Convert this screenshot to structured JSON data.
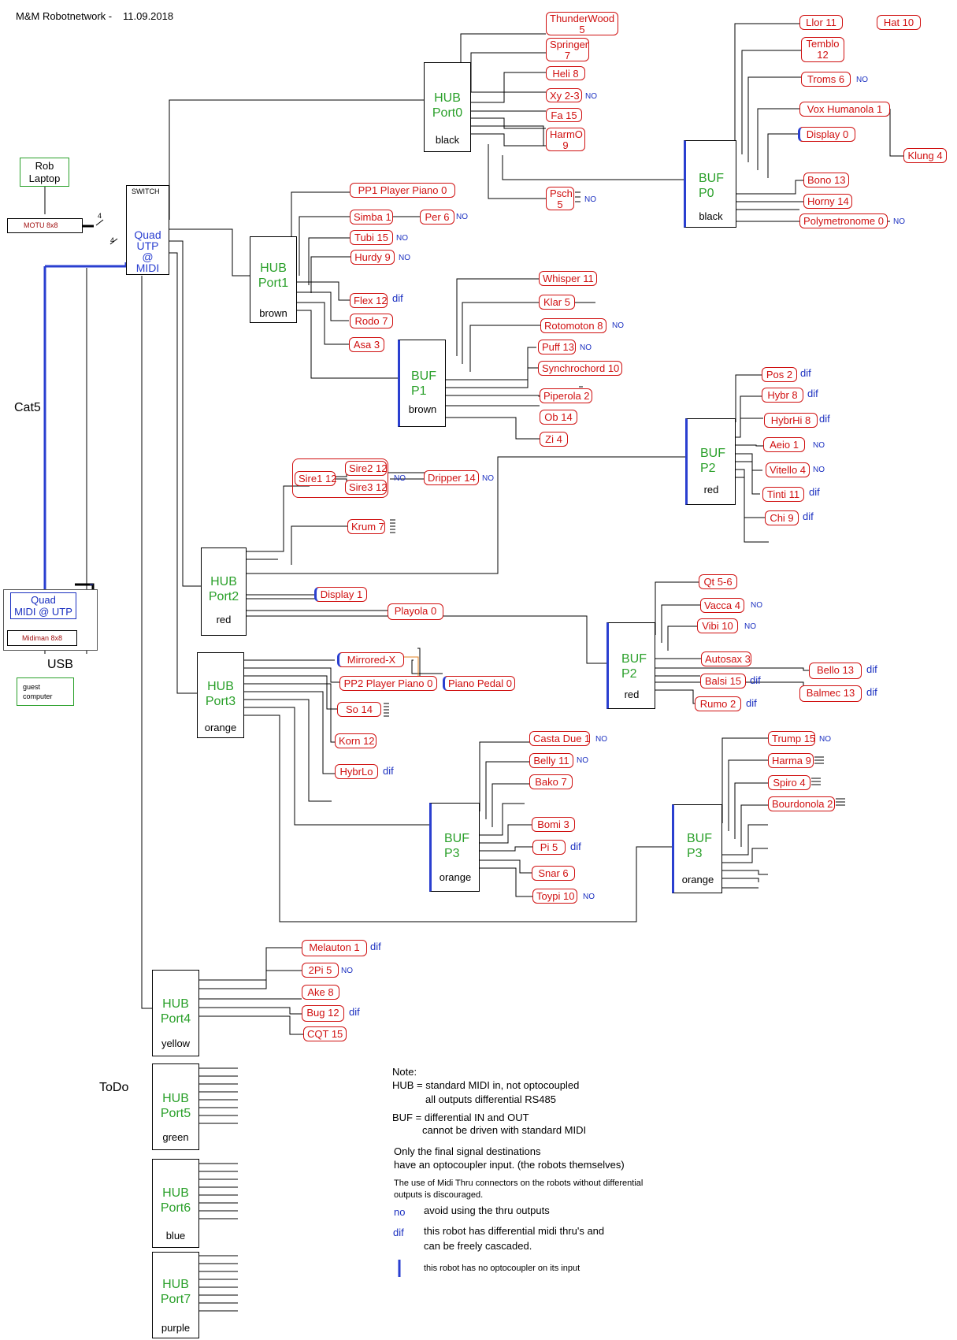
{
  "title": "M&M Robotnetwork -",
  "date": "11.09.2018",
  "left": {
    "rob_laptop": "Rob\nLaptop",
    "motu": "MOTU 8x8",
    "switch_label": "SWITCH",
    "switch_main": "Quad\nUTP\n@\nMIDI",
    "bus_count_a": "4",
    "bus_count_b": "4",
    "cat5": "Cat5",
    "quad_midi": "Quad\nMIDI @ UTP",
    "midiman": "Midiman 8x8",
    "usb": "USB",
    "guest": "guest\ncomputer",
    "todo": "ToDo"
  },
  "hubs": [
    {
      "id": "port0",
      "label": "HUB\nPort0",
      "color": "black"
    },
    {
      "id": "port1",
      "label": "HUB\nPort1",
      "color": "brown"
    },
    {
      "id": "port2",
      "label": "HUB\nPort2",
      "color": "red"
    },
    {
      "id": "port3",
      "label": "HUB\nPort3",
      "color": "orange"
    },
    {
      "id": "port4",
      "label": "HUB\nPort4",
      "color": "yellow"
    },
    {
      "id": "port5",
      "label": "HUB\nPort5",
      "color": "green"
    },
    {
      "id": "port6",
      "label": "HUB\nPort6",
      "color": "blue"
    },
    {
      "id": "port7",
      "label": "HUB\nPort7",
      "color": "purple"
    }
  ],
  "bufs": [
    {
      "id": "p0",
      "label": "BUF\nP0",
      "color": "black"
    },
    {
      "id": "p1",
      "label": "BUF\nP1",
      "color": "brown"
    },
    {
      "id": "p2a",
      "label": "BUF\nP2",
      "color": "red"
    },
    {
      "id": "p2b",
      "label": "BUF\nP2",
      "color": "red"
    },
    {
      "id": "p3a",
      "label": "BUF\nP3",
      "color": "orange"
    },
    {
      "id": "p3b",
      "label": "BUF\nP3",
      "color": "orange"
    }
  ],
  "robots": [
    {
      "id": "thunderwood",
      "label": "ThunderWood\n5"
    },
    {
      "id": "springer",
      "label": "Springer\n7"
    },
    {
      "id": "heli",
      "label": "Heli 8"
    },
    {
      "id": "xy",
      "label": "Xy 2-3"
    },
    {
      "id": "fa",
      "label": "Fa 15"
    },
    {
      "id": "harmo",
      "label": "HarmO\n9"
    },
    {
      "id": "psch",
      "label": "Psch\n5"
    },
    {
      "id": "llor",
      "label": "Llor 11"
    },
    {
      "id": "hat",
      "label": "Hat 10"
    },
    {
      "id": "temblo",
      "label": "Temblo\n12"
    },
    {
      "id": "troms",
      "label": "Troms 6"
    },
    {
      "id": "vox",
      "label": "Vox Humanola 1"
    },
    {
      "id": "klung",
      "label": "Klung 4"
    },
    {
      "id": "display0",
      "label": "Display 0"
    },
    {
      "id": "bono",
      "label": "Bono 13"
    },
    {
      "id": "horny",
      "label": "Horny 14"
    },
    {
      "id": "polymetronome",
      "label": "Polymetronome 0"
    },
    {
      "id": "pp1",
      "label": "PP1 Player Piano 0"
    },
    {
      "id": "simba",
      "label": "Simba 1"
    },
    {
      "id": "per",
      "label": "Per  6"
    },
    {
      "id": "tubi",
      "label": "Tubi 15"
    },
    {
      "id": "hurdy",
      "label": "Hurdy 9"
    },
    {
      "id": "flex",
      "label": "Flex 12"
    },
    {
      "id": "rodo",
      "label": "Rodo 7"
    },
    {
      "id": "asa",
      "label": "Asa 3"
    },
    {
      "id": "whisper",
      "label": "Whisper 11"
    },
    {
      "id": "klar",
      "label": "Klar 5"
    },
    {
      "id": "rotomoton",
      "label": "Rotomoton 8"
    },
    {
      "id": "puff",
      "label": "Puff 13"
    },
    {
      "id": "synchrochord",
      "label": "Synchrochord 10"
    },
    {
      "id": "piperola",
      "label": "Piperola 2"
    },
    {
      "id": "ob",
      "label": "Ob 14"
    },
    {
      "id": "zi",
      "label": "Zi 4"
    },
    {
      "id": "pos",
      "label": "Pos 2"
    },
    {
      "id": "hybr",
      "label": "Hybr 8"
    },
    {
      "id": "hybrhi",
      "label": "HybrHi 8"
    },
    {
      "id": "aeio",
      "label": "Aeio 1"
    },
    {
      "id": "vitello",
      "label": "Vitello 4"
    },
    {
      "id": "tinti",
      "label": "Tinti 11"
    },
    {
      "id": "chi",
      "label": "Chi 9"
    },
    {
      "id": "sire2",
      "label": "Sire2 12"
    },
    {
      "id": "sire1",
      "label": "Sire1 12"
    },
    {
      "id": "sire3",
      "label": "Sire3 12"
    },
    {
      "id": "dripper",
      "label": "Dripper 14"
    },
    {
      "id": "krum",
      "label": "Krum 7"
    },
    {
      "id": "display1",
      "label": "Display 1"
    },
    {
      "id": "playola",
      "label": "Playola 0"
    },
    {
      "id": "qt",
      "label": "Qt 5-6"
    },
    {
      "id": "vacca",
      "label": "Vacca 4"
    },
    {
      "id": "vibi",
      "label": "Vibi 10"
    },
    {
      "id": "autosax",
      "label": "Autosax 3"
    },
    {
      "id": "balsi",
      "label": "Balsi 15"
    },
    {
      "id": "bello",
      "label": "Bello 13"
    },
    {
      "id": "balmec",
      "label": "Balmec 13"
    },
    {
      "id": "rumo",
      "label": "Rumo 2"
    },
    {
      "id": "mirrored",
      "label": "Mirrored-X"
    },
    {
      "id": "pp2",
      "label": "PP2 Player Piano 0"
    },
    {
      "id": "pianopedal",
      "label": "Piano Pedal 0"
    },
    {
      "id": "so",
      "label": "So 14"
    },
    {
      "id": "korn",
      "label": "Korn 12"
    },
    {
      "id": "hybrlo",
      "label": "HybrLo"
    },
    {
      "id": "castadue",
      "label": "Casta Due 1"
    },
    {
      "id": "belly",
      "label": "Belly 11"
    },
    {
      "id": "bako",
      "label": "Bako 7"
    },
    {
      "id": "bomi",
      "label": "Bomi 3"
    },
    {
      "id": "pi",
      "label": "Pi  5"
    },
    {
      "id": "snar",
      "label": "Snar 6"
    },
    {
      "id": "toypi",
      "label": "Toypi 10"
    },
    {
      "id": "trump",
      "label": "Trump 15"
    },
    {
      "id": "harma",
      "label": "Harma 9"
    },
    {
      "id": "spiro",
      "label": "Spiro 4"
    },
    {
      "id": "bourdonola",
      "label": "Bourdonola 2"
    },
    {
      "id": "melauton",
      "label": "Melauton 1"
    },
    {
      "id": "twopi",
      "label": "2Pi   5"
    },
    {
      "id": "ake",
      "label": "Ake 8"
    },
    {
      "id": "bug",
      "label": "Bug 12"
    },
    {
      "id": "cqt",
      "label": "CQT 15"
    }
  ],
  "tags": {
    "no": "NO",
    "dif": "dif"
  },
  "note": {
    "heading": "Note:",
    "hub_line1": "HUB = standard MIDI in, not optocoupled",
    "hub_line2": "all outputs differential RS485",
    "buf_line1": "BUF = differential IN and OUT",
    "buf_line2": "cannot be driven with standard MIDI",
    "opto_line1": "Only the final signal destinations",
    "opto_line2": "have an optocoupler input. (the  robots themselves)",
    "thru_line1": "The use of Midi Thru connectors on the robots without differential",
    "thru_line2": "outputs is discouraged.",
    "no_key": "no",
    "no_text": "avoid using the thru outputs",
    "dif_key": "dif",
    "dif_text1": "this robot has differential midi thru's and",
    "dif_text2": "can be freely cascaded.",
    "bar_text": "this robot has no optocoupler on its input"
  },
  "colors": {
    "hub": "#2aa02a",
    "robot": "#d01010",
    "blue": "#1a2fc0",
    "wire": "#000000",
    "orange_wire": "#e08020"
  }
}
